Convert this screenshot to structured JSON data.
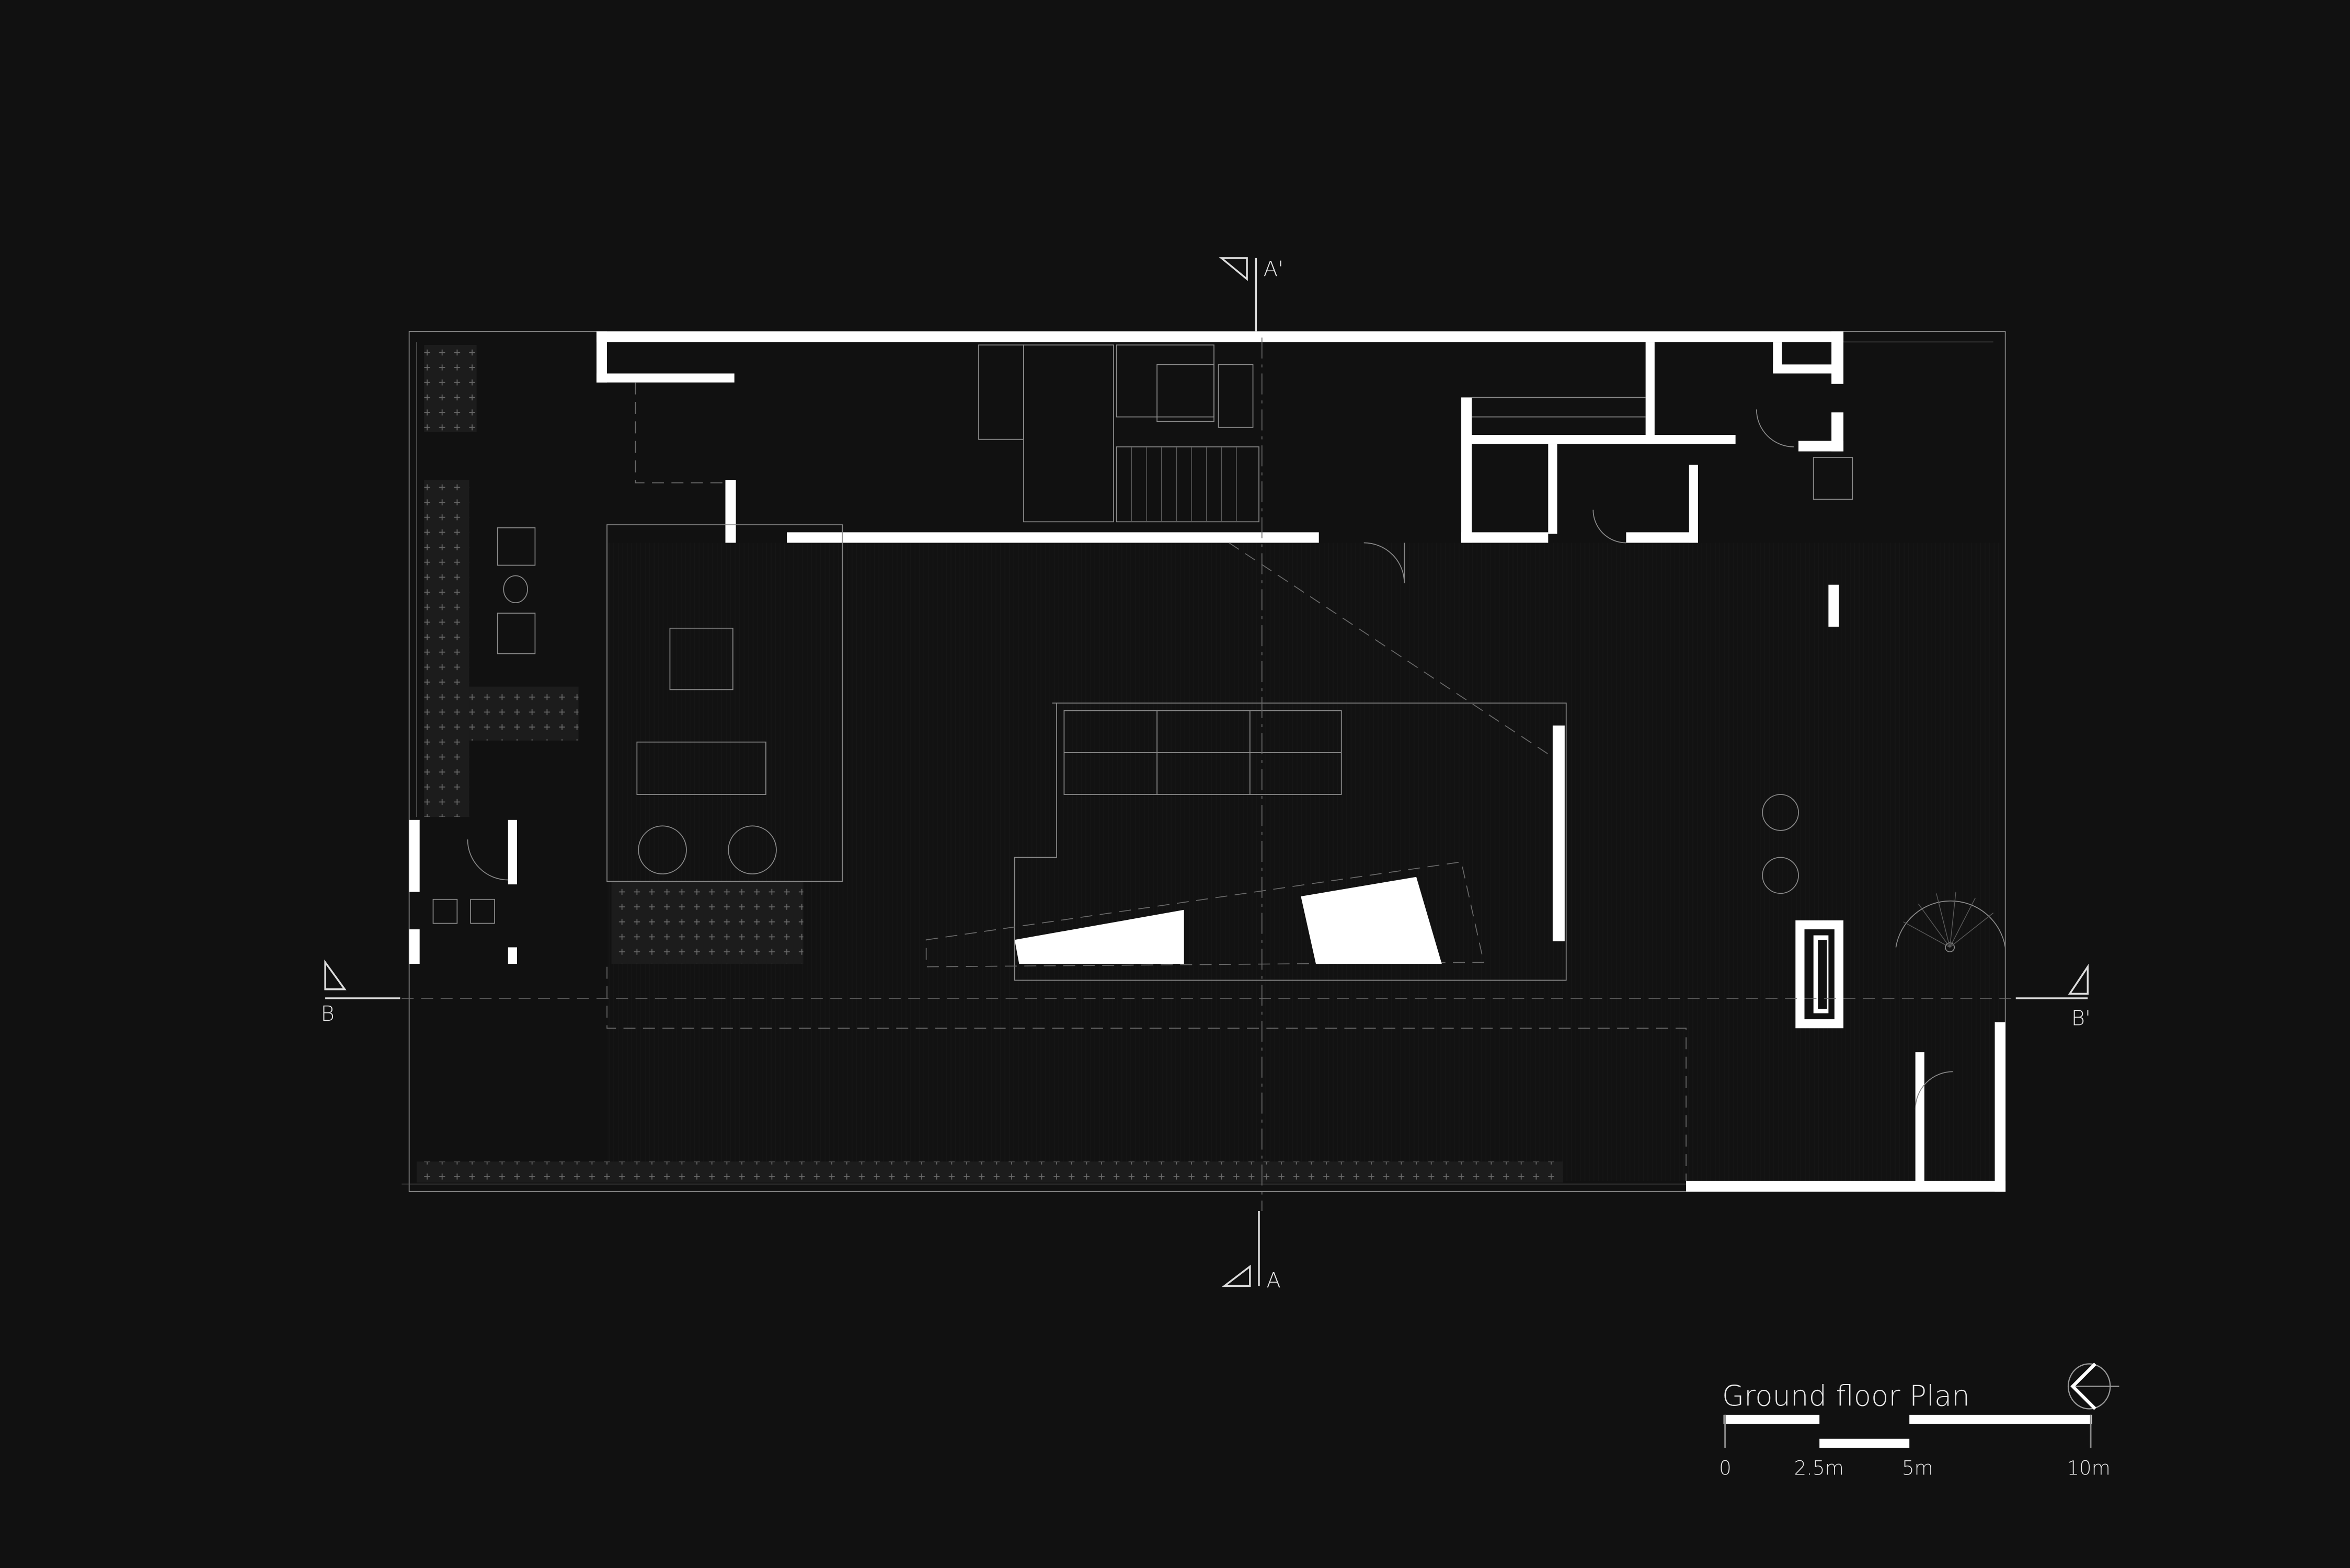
{
  "title": "Ground floor Plan",
  "section_markers": {
    "a_top": "A'",
    "a_bottom": "A",
    "b_left": "B",
    "b_right": "B'"
  },
  "scale_bar": {
    "labels": [
      "0",
      "2.5m",
      "5m",
      "10m"
    ]
  },
  "colors": {
    "background": "#111111",
    "walls": "#ffffff",
    "lines": "#8a8a8a"
  },
  "north_arrow": "north-arrow-icon"
}
